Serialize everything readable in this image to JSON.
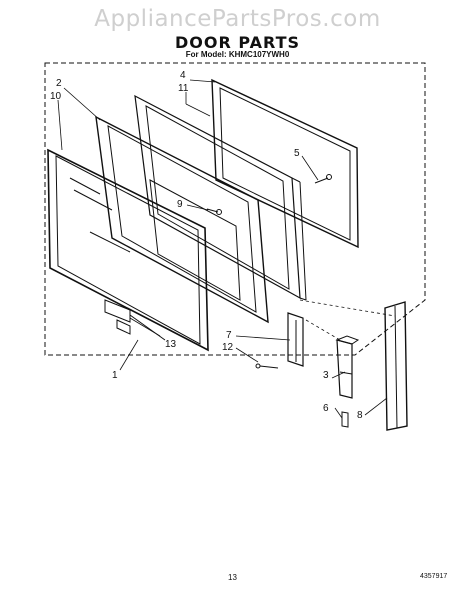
{
  "watermark": "AppliancePartsPros.com",
  "header": {
    "title": "DOOR PARTS",
    "model_line": "For Model: KHMC107YWH0"
  },
  "callouts": {
    "c2": "2",
    "c10": "10",
    "c4": "4",
    "c11": "11",
    "c5": "5",
    "c9": "9",
    "c7": "7",
    "c12": "12",
    "c13": "13",
    "c1": "1",
    "c3": "3",
    "c6": "6",
    "c8": "8"
  },
  "footer": {
    "page_number": "13",
    "code": "4357917"
  }
}
